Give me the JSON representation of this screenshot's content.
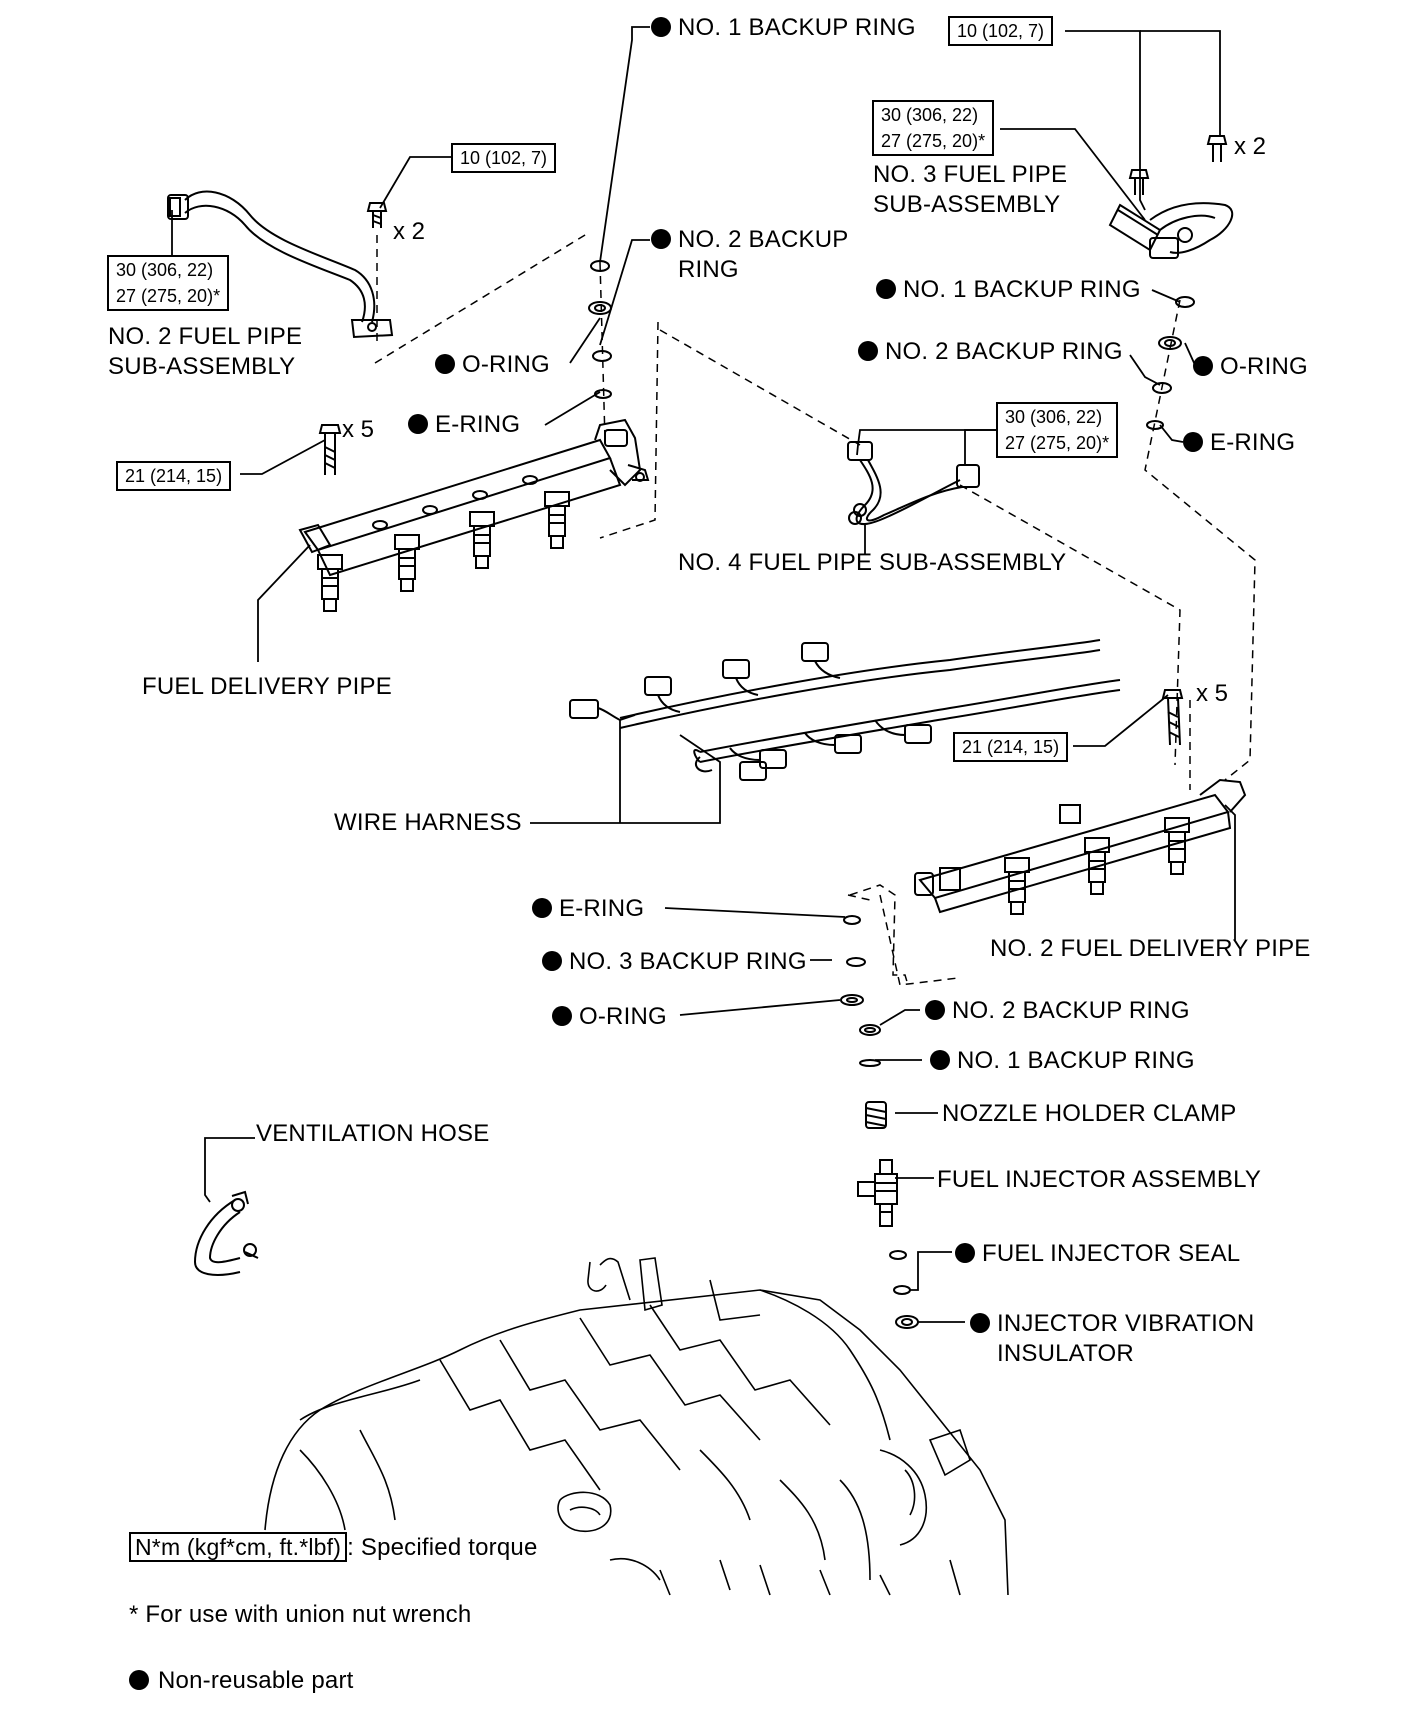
{
  "labels": {
    "no1_backup_ring_top": "NO. 1 BACKUP RING",
    "no2_backup_ring_mid_line1": "NO. 2 BACKUP",
    "no2_backup_ring_mid_line2": "RING",
    "o_ring_left": "O-RING",
    "e_ring_left": "E-RING",
    "no2_fuel_pipe_line1": "NO. 2 FUEL PIPE",
    "no2_fuel_pipe_line2": "SUB-ASSEMBLY",
    "fuel_delivery_pipe": "FUEL DELIVERY PIPE",
    "no3_fuel_pipe_line1": "NO. 3 FUEL PIPE",
    "no3_fuel_pipe_line2": "SUB-ASSEMBLY",
    "no1_backup_ring_right": "NO. 1 BACKUP RING",
    "no2_backup_ring_right": "NO. 2 BACKUP RING",
    "o_ring_right": "O-RING",
    "e_ring_right": "E-RING",
    "no4_fuel_pipe": "NO. 4 FUEL PIPE SUB-ASSEMBLY",
    "wire_harness": "WIRE HARNESS",
    "e_ring_lower": "E-RING",
    "no3_backup_ring_lower": "NO. 3 BACKUP RING",
    "o_ring_lower": "O-RING",
    "no2_fuel_delivery_pipe": "NO. 2 FUEL DELIVERY PIPE",
    "no2_backup_ring_lower": "NO. 2 BACKUP RING",
    "no1_backup_ring_lower": "NO. 1 BACKUP RING",
    "nozzle_holder_clamp": "NOZZLE HOLDER CLAMP",
    "fuel_injector_assembly": "FUEL INJECTOR ASSEMBLY",
    "fuel_injector_seal": "FUEL INJECTOR SEAL",
    "injector_vibration_line1": "INJECTOR VIBRATION",
    "injector_vibration_line2": "INSULATOR",
    "ventilation_hose": "VENTILATION HOSE"
  },
  "torques": {
    "t_10_left": "10 (102, 7)",
    "t_10_right": "10 (102, 7)",
    "t_30_left_a": "30 (306, 22)",
    "t_30_left_b": "27 (275, 20)*",
    "t_30_right_a": "30 (306, 22)",
    "t_30_right_b": "27 (275, 20)*",
    "t_30_mid_a": "30 (306, 22)",
    "t_30_mid_b": "27 (275, 20)*",
    "t_21_left": "21 (214, 15)",
    "t_21_right": "21 (214, 15)"
  },
  "multipliers": {
    "x2_left": "x 2",
    "x2_right": "x 2",
    "x5_left": "x 5",
    "x5_right": "x 5"
  },
  "legend": {
    "torque_unit": "N*m (kgf*cm, ft.*lbf)",
    "torque_desc": ": Specified torque",
    "wrench_note": "* For use with union nut wrench",
    "non_reusable": "Non-reusable part"
  }
}
